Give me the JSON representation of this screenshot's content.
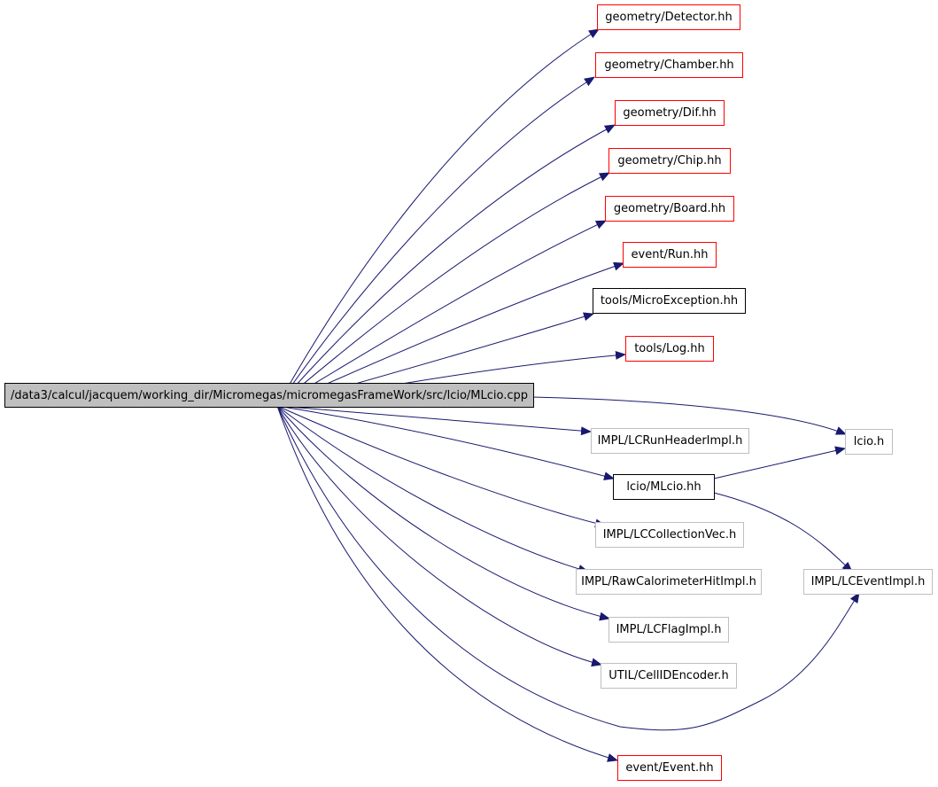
{
  "colors": {
    "edge": "#191970",
    "root_fill": "#bfbfbf",
    "documented_border": "#ff0000",
    "undocumented_border": "#bfbfbf",
    "self_border": "#000000"
  },
  "root": {
    "label": "/data3/calcul/jacquem/working_dir/Micromegas/micromegasFrameWork/src/lcio/MLcio.cpp"
  },
  "includes": {
    "detector": "geometry/Detector.hh",
    "chamber": "geometry/Chamber.hh",
    "dif": "geometry/Dif.hh",
    "chip": "geometry/Chip.hh",
    "board": "geometry/Board.hh",
    "run": "event/Run.hh",
    "microexception": "tools/MicroException.hh",
    "log": "tools/Log.hh",
    "lcio_h": "lcio.h",
    "lcrunheaderimpl": "IMPL/LCRunHeaderImpl.h",
    "mlcio_hh": "lcio/MLcio.hh",
    "lccollectionvec": "IMPL/LCCollectionVec.h",
    "lceventimpl": "IMPL/LCEventImpl.h",
    "rawcalorimeterhitimpl": "IMPL/RawCalorimeterHitImpl.h",
    "lcflagimpl": "IMPL/LCFlagImpl.h",
    "cellidencoder": "UTIL/CellIDEncoder.h",
    "event": "event/Event.hh"
  }
}
